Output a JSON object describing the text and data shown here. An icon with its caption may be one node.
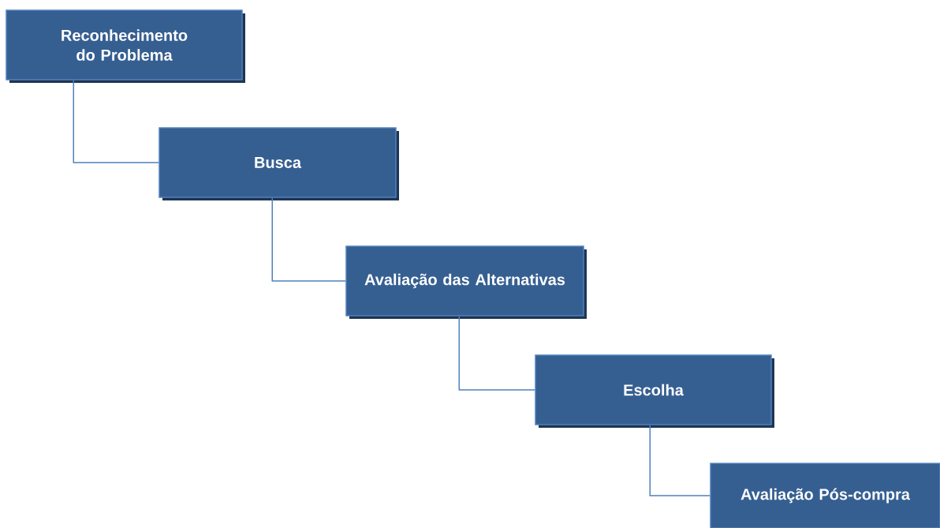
{
  "diagram": {
    "nodes": [
      {
        "text": [
          "Reconhecimento do Problema"
        ]
      },
      {
        "text": [
          "Busca"
        ]
      },
      {
        "text": [
          "Avaliação das Alternativas"
        ]
      },
      {
        "text": [
          "Escolha"
        ]
      },
      {
        "text": [
          "Avaliação Pós-compra"
        ]
      }
    ],
    "edges": [
      {
        "from": 0,
        "to": 1,
        "arrow": "none"
      },
      {
        "from": 1,
        "to": 2,
        "arrow": "none"
      },
      {
        "from": 2,
        "to": 3,
        "arrow": "none"
      },
      {
        "from": 3,
        "to": 4,
        "arrow": "none"
      }
    ]
  }
}
